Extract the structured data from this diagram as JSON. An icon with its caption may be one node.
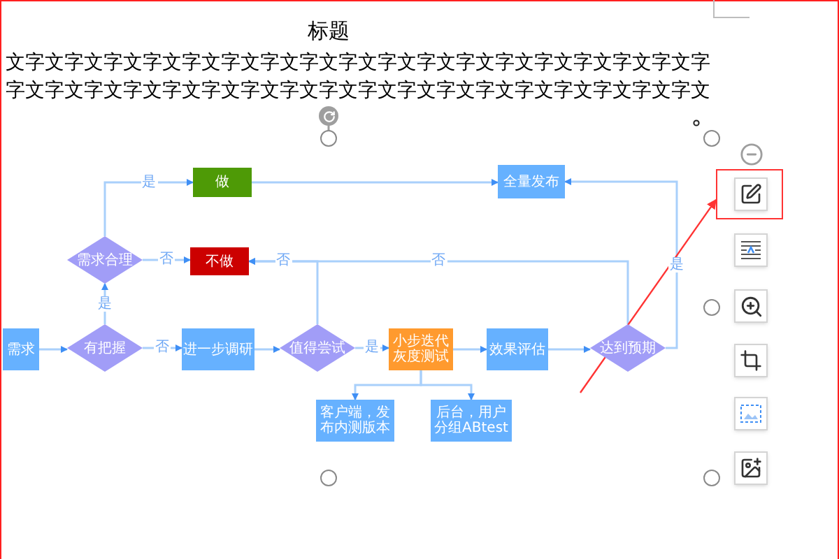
{
  "diagram": {
    "nodes": [
      {
        "text": [
          "需求"
        ]
      },
      {
        "text": [
          "有把握"
        ]
      },
      {
        "text": [
          "需求合理"
        ]
      },
      {
        "text": [
          "做"
        ]
      },
      {
        "text": [
          "不做"
        ]
      },
      {
        "text": [
          "进一步调研"
        ]
      },
      {
        "text": [
          "值得尝试"
        ]
      },
      {
        "text": [
          "小步迭代灰度测试"
        ]
      },
      {
        "text": [
          "效果评估"
        ]
      },
      {
        "text": [
          "达到预期"
        ]
      },
      {
        "text": [
          "全量发布"
        ]
      },
      {
        "text": [
          "客户端，发布内测版本"
        ]
      },
      {
        "text": [
          "后台，用户分组ABtest"
        ]
      },
      {
        "text": [],
        "shape": "box"
      }
    ],
    "edges": [
      {
        "from": 0,
        "to": 1,
        "arrow": "to"
      },
      {
        "from": 1,
        "to": 5,
        "arrow": "to",
        "label": "否"
      },
      {
        "from": 1,
        "to": 2,
        "arrow": "to",
        "label": "是"
      },
      {
        "from": 2,
        "to": 3,
        "arrow": "to",
        "label": "是"
      },
      {
        "from": 2,
        "to": 4,
        "arrow": "to",
        "label": "否"
      },
      {
        "from": 6,
        "to": 4,
        "arrow": "to",
        "label": "否"
      },
      {
        "from": 9,
        "to": 4,
        "arrow": "to",
        "label": "否"
      },
      {
        "from": 5,
        "to": 6,
        "arrow": "to"
      },
      {
        "from": 6,
        "to": 7,
        "arrow": "to",
        "label": "是"
      },
      {
        "from": 7,
        "to": 8,
        "arrow": "to"
      },
      {
        "from": 8,
        "to": 9,
        "arrow": "to"
      },
      {
        "from": 9,
        "to": 10,
        "arrow": "to",
        "label": "是"
      },
      {
        "from": 3,
        "to": 10,
        "arrow": "to"
      },
      {
        "from": 7,
        "to": 11,
        "arrow": "to"
      },
      {
        "from": 7,
        "to": 12,
        "arrow": "to"
      },
      {
        "from": null,
        "to": 13,
        "arrow": "to",
        "color": "#ff3333"
      }
    ],
    "labels": [
      "标题",
      "文字文字文字文字文字文字文字文字文字文字文字文字文字文字文字文字文字文字",
      "字文字文字文字文字文字文字文字文字文字文字文字文字文字文字文字文字文字文"
    ]
  }
}
